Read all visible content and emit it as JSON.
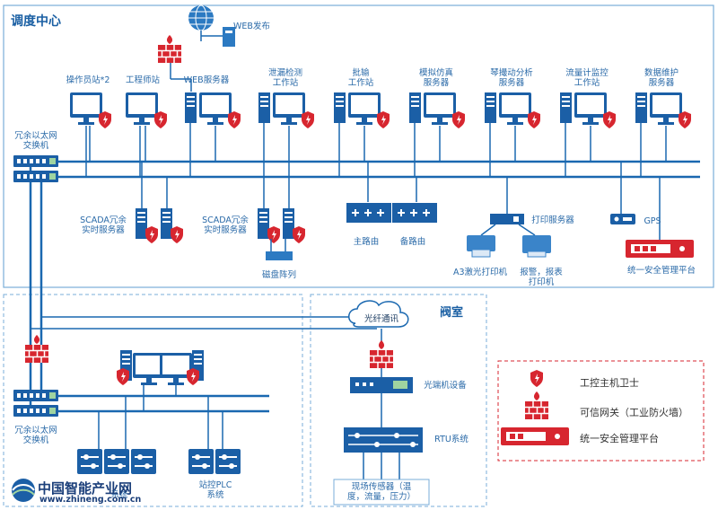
{
  "regions": {
    "control_center": "调度中心",
    "valve_room": "阀室"
  },
  "top": {
    "web_publish": "WEB发布"
  },
  "workstations": [
    {
      "l1": "操作员站*2",
      "l2": ""
    },
    {
      "l1": "工程师站",
      "l2": ""
    },
    {
      "l1": "WEB服务器",
      "l2": ""
    },
    {
      "l1": "泄漏检测",
      "l2": "工作站"
    },
    {
      "l1": "批输",
      "l2": "工作站"
    },
    {
      "l1": "模拟仿真",
      "l2": "服务器"
    },
    {
      "l1": "琴撮动分析",
      "l2": "服务器"
    },
    {
      "l1": "流量计监控",
      "l2": "工作站"
    },
    {
      "l1": "数据维护",
      "l2": "服务器"
    }
  ],
  "switches": {
    "top": [
      "冗余以太网",
      "交换机"
    ],
    "bottom": [
      "冗余以太网",
      "交换机"
    ]
  },
  "servers": {
    "scada1": [
      "SCADA冗余",
      "实时服务器"
    ],
    "scada2": [
      "SCADA冗余",
      "实时服务器"
    ],
    "disk_array": "磁盘阵列",
    "main_router": "主路由",
    "backup_router": "备路由",
    "print_server": "打印服务器",
    "a3_printer": "A3激光打印机",
    "alarm_printer": [
      "报警，报表",
      "打印机"
    ],
    "gps": "GPS",
    "security_platform": "统一安全管理平台"
  },
  "field": {
    "fiber": "光纤通讯",
    "optical_device": "光端机设备",
    "rtu": "RTU系统",
    "sensors": [
      "现场传感器（温",
      "度，流量，压力）"
    ],
    "station_plc": [
      "站控PLC",
      "系统"
    ],
    "plc_left_partial": "系统"
  },
  "legend": {
    "guard": "工控主机卫士",
    "gateway": "可信网关（工业防火墙）",
    "platform": "统一安全管理平台"
  },
  "watermark": {
    "cn": "中国智能产业网",
    "url": "www.zhineng.com.cn"
  },
  "colors": {
    "blue": "#1b5fa6",
    "red": "#d7262f",
    "bus": "#1a68b0",
    "dash": "#7aaed8"
  }
}
